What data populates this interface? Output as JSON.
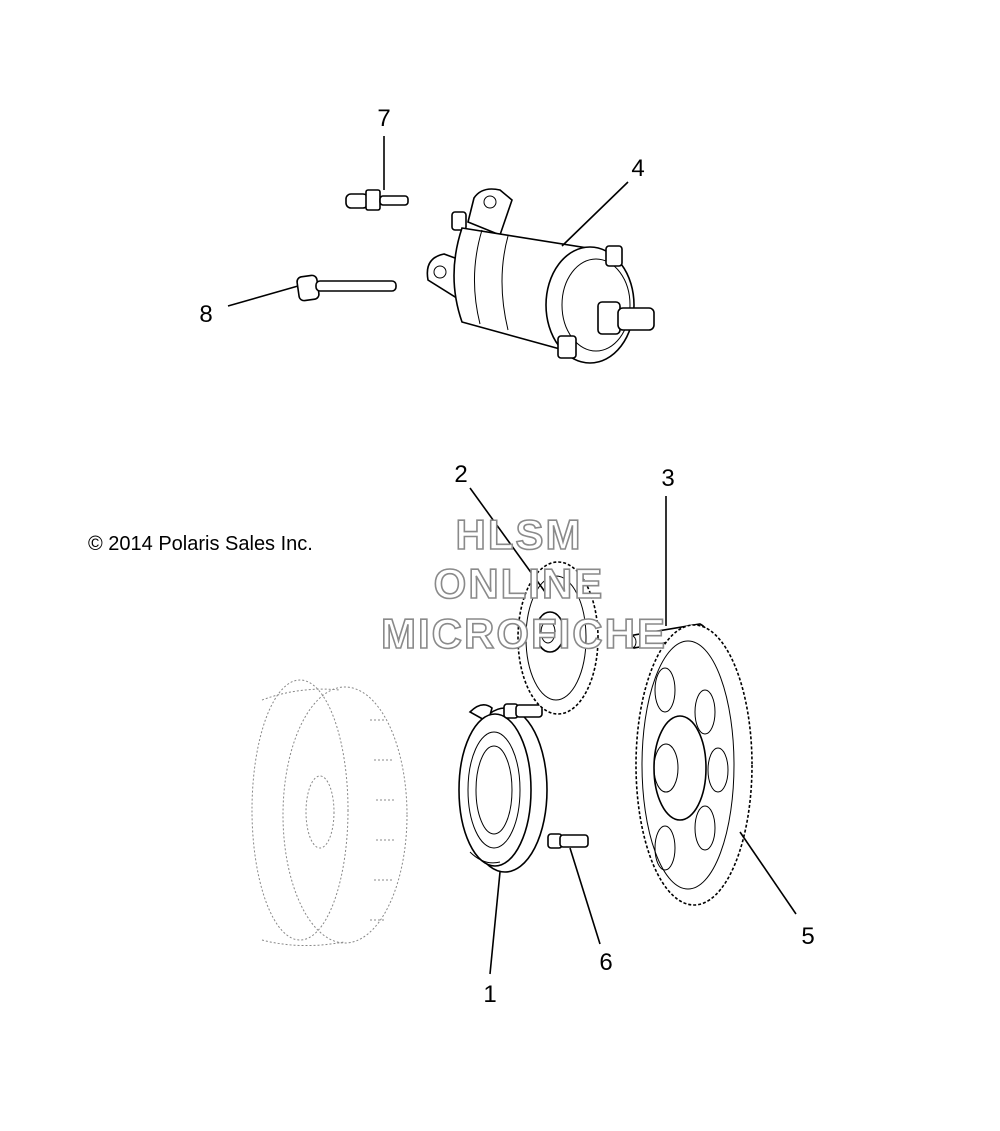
{
  "copyright": "© 2014 Polaris Sales Inc.",
  "watermark": {
    "line1": "HLSM",
    "line2": "ONLINE",
    "line3": "MICROFICHE"
  },
  "callouts": {
    "c1": "1",
    "c2": "2",
    "c3": "3",
    "c4": "4",
    "c5": "5",
    "c6": "6",
    "c7": "7",
    "c8": "8"
  }
}
